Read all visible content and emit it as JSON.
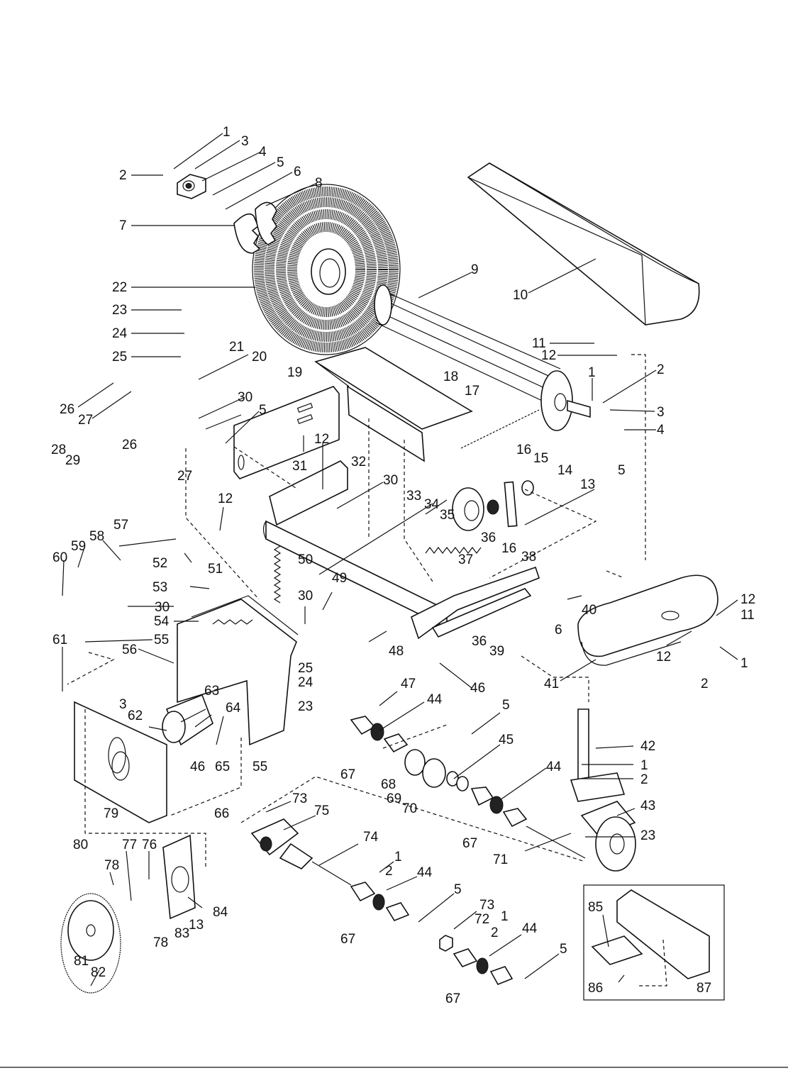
{
  "title": "",
  "colors": {
    "ink": "#111111",
    "paper": "#ffffff",
    "shade": "#d9d9d9"
  },
  "callouts": [
    {
      "id": "c1",
      "text": "1"
    },
    {
      "id": "c2",
      "text": "2"
    },
    {
      "id": "c3",
      "text": "3"
    },
    {
      "id": "c4",
      "text": "4"
    },
    {
      "id": "c5",
      "text": "5"
    },
    {
      "id": "c6",
      "text": "6"
    },
    {
      "id": "c7",
      "text": "7"
    },
    {
      "id": "c8",
      "text": "8"
    },
    {
      "id": "c9",
      "text": "9"
    },
    {
      "id": "c10",
      "text": "10"
    },
    {
      "id": "c22",
      "text": "22"
    },
    {
      "id": "c23",
      "text": "23"
    },
    {
      "id": "c24",
      "text": "24"
    },
    {
      "id": "c25",
      "text": "25"
    },
    {
      "id": "c21",
      "text": "21"
    },
    {
      "id": "c20",
      "text": "20"
    },
    {
      "id": "c19",
      "text": "19"
    },
    {
      "id": "c18",
      "text": "18"
    },
    {
      "id": "c17",
      "text": "17"
    },
    {
      "id": "c11",
      "text": "11"
    },
    {
      "id": "c12",
      "text": "12"
    },
    {
      "id": "c1b",
      "text": "1"
    },
    {
      "id": "c2b",
      "text": "2"
    },
    {
      "id": "c3b",
      "text": "3"
    },
    {
      "id": "c4b",
      "text": "4"
    },
    {
      "id": "c5b",
      "text": "5"
    },
    {
      "id": "c26",
      "text": "26"
    },
    {
      "id": "c27",
      "text": "27"
    },
    {
      "id": "c28",
      "text": "28"
    },
    {
      "id": "c29",
      "text": "29"
    },
    {
      "id": "c26b",
      "text": "26"
    },
    {
      "id": "c27b",
      "text": "27"
    },
    {
      "id": "c30",
      "text": "30"
    },
    {
      "id": "c5c",
      "text": "5"
    },
    {
      "id": "c31",
      "text": "31"
    },
    {
      "id": "c12b",
      "text": "12"
    },
    {
      "id": "c32",
      "text": "32"
    },
    {
      "id": "c30b",
      "text": "30"
    },
    {
      "id": "c33",
      "text": "33"
    },
    {
      "id": "c34",
      "text": "34"
    },
    {
      "id": "c35",
      "text": "35"
    },
    {
      "id": "c16",
      "text": "16"
    },
    {
      "id": "c15",
      "text": "15"
    },
    {
      "id": "c14",
      "text": "14"
    },
    {
      "id": "c13",
      "text": "13"
    },
    {
      "id": "c36",
      "text": "36"
    },
    {
      "id": "c16b",
      "text": "16"
    },
    {
      "id": "c37",
      "text": "37"
    },
    {
      "id": "c38",
      "text": "38"
    },
    {
      "id": "c12c",
      "text": "12"
    },
    {
      "id": "c57",
      "text": "57"
    },
    {
      "id": "c58",
      "text": "58"
    },
    {
      "id": "c59",
      "text": "59"
    },
    {
      "id": "c60",
      "text": "60"
    },
    {
      "id": "c52",
      "text": "52"
    },
    {
      "id": "c51",
      "text": "51"
    },
    {
      "id": "c53",
      "text": "53"
    },
    {
      "id": "c30c",
      "text": "30"
    },
    {
      "id": "c50",
      "text": "50"
    },
    {
      "id": "c49",
      "text": "49"
    },
    {
      "id": "c30d",
      "text": "30"
    },
    {
      "id": "c54",
      "text": "54"
    },
    {
      "id": "c61",
      "text": "61"
    },
    {
      "id": "c55",
      "text": "55"
    },
    {
      "id": "c56",
      "text": "56"
    },
    {
      "id": "c48",
      "text": "48"
    },
    {
      "id": "c40",
      "text": "40"
    },
    {
      "id": "c12d",
      "text": "12"
    },
    {
      "id": "c11b",
      "text": "11"
    },
    {
      "id": "c6b",
      "text": "6"
    },
    {
      "id": "c36b",
      "text": "36"
    },
    {
      "id": "c39",
      "text": "39"
    },
    {
      "id": "c12e",
      "text": "12"
    },
    {
      "id": "c1c",
      "text": "1"
    },
    {
      "id": "c2c",
      "text": "2"
    },
    {
      "id": "c41",
      "text": "41"
    },
    {
      "id": "c46",
      "text": "46"
    },
    {
      "id": "c25b",
      "text": "25"
    },
    {
      "id": "c24b",
      "text": "24"
    },
    {
      "id": "c23b",
      "text": "23"
    },
    {
      "id": "c47",
      "text": "47"
    },
    {
      "id": "c44",
      "text": "44"
    },
    {
      "id": "c5d",
      "text": "5"
    },
    {
      "id": "c45",
      "text": "45"
    },
    {
      "id": "c3c",
      "text": "3"
    },
    {
      "id": "c63",
      "text": "63"
    },
    {
      "id": "c62",
      "text": "62"
    },
    {
      "id": "c64",
      "text": "64"
    },
    {
      "id": "c46b",
      "text": "46"
    },
    {
      "id": "c65",
      "text": "65"
    },
    {
      "id": "c55b",
      "text": "55"
    },
    {
      "id": "c67",
      "text": "67"
    },
    {
      "id": "c68",
      "text": "68"
    },
    {
      "id": "c69",
      "text": "69"
    },
    {
      "id": "c70",
      "text": "70"
    },
    {
      "id": "c42",
      "text": "42"
    },
    {
      "id": "c1d",
      "text": "1"
    },
    {
      "id": "c2d",
      "text": "2"
    },
    {
      "id": "c44b",
      "text": "44"
    },
    {
      "id": "c79",
      "text": "79"
    },
    {
      "id": "c66",
      "text": "66"
    },
    {
      "id": "c73",
      "text": "73"
    },
    {
      "id": "c75",
      "text": "75"
    },
    {
      "id": "c43",
      "text": "43"
    },
    {
      "id": "c23c",
      "text": "23"
    },
    {
      "id": "c67b",
      "text": "67"
    },
    {
      "id": "c71",
      "text": "71"
    },
    {
      "id": "c80",
      "text": "80"
    },
    {
      "id": "c77",
      "text": "77"
    },
    {
      "id": "c76",
      "text": "76"
    },
    {
      "id": "c74",
      "text": "74"
    },
    {
      "id": "c78",
      "text": "78"
    },
    {
      "id": "c1e",
      "text": "1"
    },
    {
      "id": "c2e",
      "text": "2"
    },
    {
      "id": "c44c",
      "text": "44"
    },
    {
      "id": "c84",
      "text": "84"
    },
    {
      "id": "c83",
      "text": "83"
    },
    {
      "id": "c13b",
      "text": "13"
    },
    {
      "id": "c78b",
      "text": "78"
    },
    {
      "id": "c5e",
      "text": "5"
    },
    {
      "id": "c73b",
      "text": "73"
    },
    {
      "id": "c72",
      "text": "72"
    },
    {
      "id": "c1f",
      "text": "1"
    },
    {
      "id": "c2f",
      "text": "2"
    },
    {
      "id": "c44d",
      "text": "44"
    },
    {
      "id": "c5f",
      "text": "5"
    },
    {
      "id": "c67c",
      "text": "67"
    },
    {
      "id": "c67d",
      "text": "67"
    },
    {
      "id": "c81",
      "text": "81"
    },
    {
      "id": "c82",
      "text": "82"
    },
    {
      "id": "c85",
      "text": "85"
    },
    {
      "id": "c86",
      "text": "86"
    },
    {
      "id": "c87",
      "text": "87"
    }
  ]
}
